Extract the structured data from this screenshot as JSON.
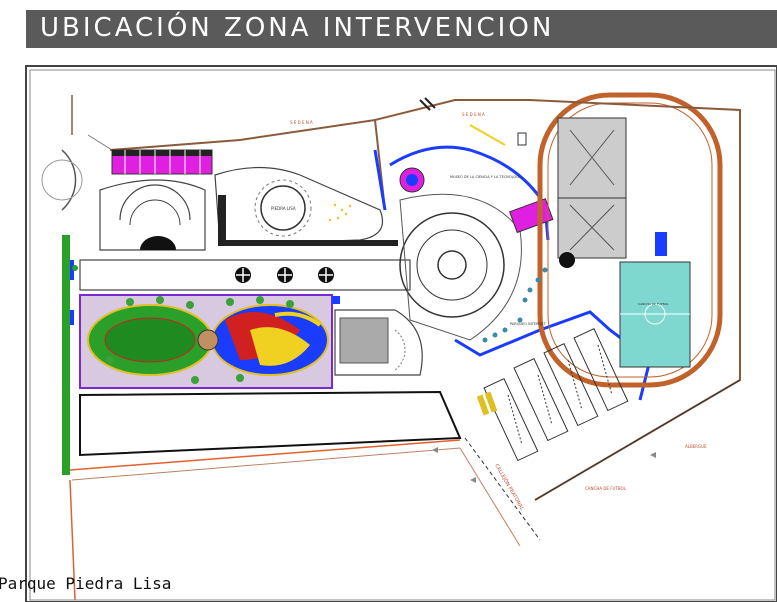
{
  "header": {
    "title": "UBICACIÓN ZONA INTERVENCION"
  },
  "plan": {
    "labels": {
      "piedra_lisa": "PIEDRA LISA",
      "museo": "MUSEO DE LA CIENCIA Y LA TECNOLOGIA",
      "parqueo": "PARQUEO INTERNET",
      "cancha": "CANCHA DE FUTBOL",
      "albergue": "ALBERGUE",
      "callejon": "CALLEJÓN PEATONAL",
      "cancha_multi": "CANCHA DE FUTBOL",
      "sedena_1": "S E D E N A",
      "sedena_2": "S E D E N A"
    },
    "colors": {
      "boundary": "#8b5a3c",
      "road": "#1a3cff",
      "magenta": "#e020e0",
      "green": "#2aa02a",
      "track": "#c0622a",
      "field": "#7fd8d0"
    }
  },
  "caption": "Parque Piedra Lisa"
}
